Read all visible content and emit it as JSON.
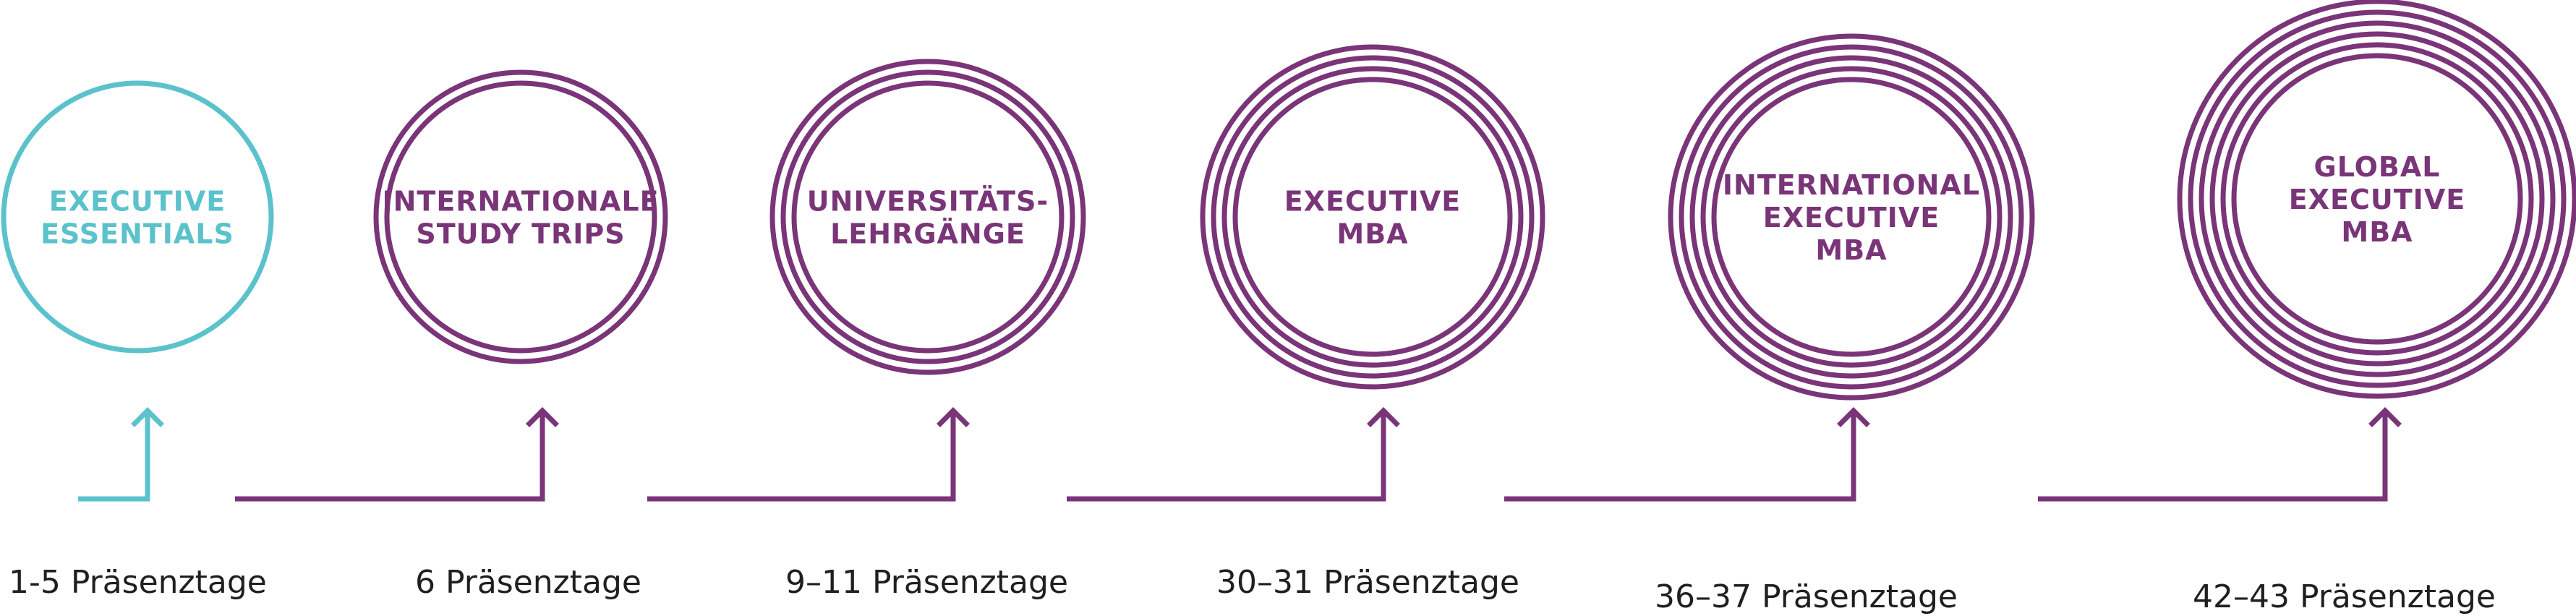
{
  "colors": {
    "first": "#5bc2cc",
    "rest": "#7a3478"
  },
  "stages": [
    {
      "title_lines": [
        "EXECUTIVE",
        "ESSENTIALS"
      ],
      "duration": "1-5 Präsenztage",
      "rings": 1
    },
    {
      "title_lines": [
        "INTERNATIONALE",
        "STUDY TRIPS"
      ],
      "duration": "6 Präsenztage",
      "rings": 2
    },
    {
      "title_lines": [
        "UNIVERSITÄTS-",
        "LEHRGÄNGE"
      ],
      "duration": "9–11 Präsenztage",
      "rings": 3
    },
    {
      "title_lines": [
        "EXECUTIVE",
        "MBA"
      ],
      "duration": "30–31 Präsenztage",
      "rings": 4
    },
    {
      "title_lines": [
        "INTERNATIONAL",
        "EXECUTIVE",
        "MBA"
      ],
      "duration": "36–37 Präsenztage",
      "rings": 5
    },
    {
      "title_lines": [
        "GLOBAL",
        "EXECUTIVE",
        "MBA"
      ],
      "duration": "42–43 Präsenztage",
      "rings": 6
    }
  ]
}
